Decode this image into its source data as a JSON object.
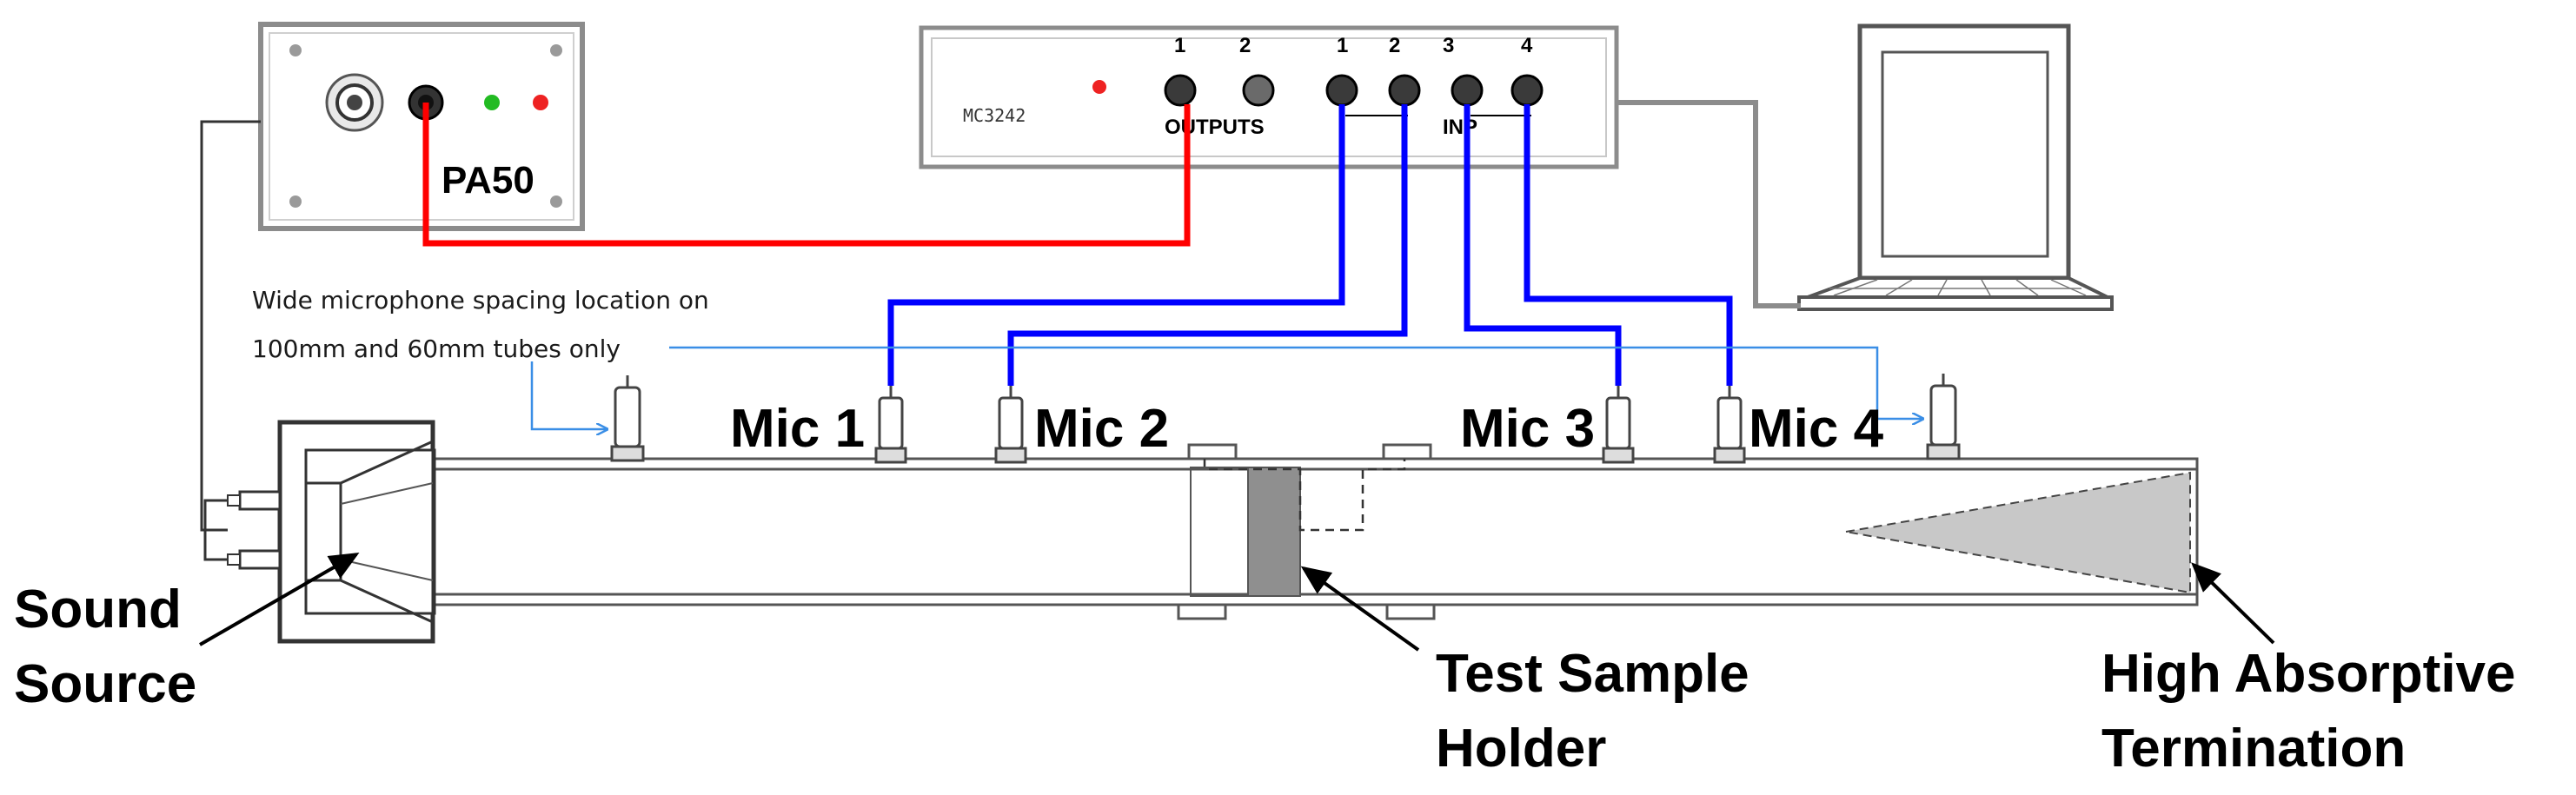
{
  "amplifier": {
    "label": "PA50"
  },
  "analyzer": {
    "model": "MC3242",
    "output_numbers": [
      "1",
      "2"
    ],
    "input_numbers": [
      "1",
      "2",
      "3",
      "4"
    ],
    "outputs_label": "OUTPUTS",
    "inputs_label": "INP"
  },
  "note": {
    "line1": "Wide microphone spacing location on",
    "line2": "100mm and 60mm tubes only"
  },
  "mics": [
    {
      "label": "Mic 1"
    },
    {
      "label": "Mic 2"
    },
    {
      "label": "Mic 3"
    },
    {
      "label": "Mic 4"
    }
  ],
  "callouts": {
    "sound_source": [
      "Sound",
      "Source"
    ],
    "test_sample_holder": [
      "Test Sample",
      "Holder"
    ],
    "termination": [
      "High Absorptive",
      "Termination"
    ]
  },
  "colors": {
    "output_cable": "#ff0000",
    "input_cable": "#0000ff",
    "note_arrow": "#3a8ee6",
    "box_stroke": "#8c8c8c",
    "sample_fill": "#8f8f8f",
    "wedge_fill": "#c8c8c8"
  }
}
